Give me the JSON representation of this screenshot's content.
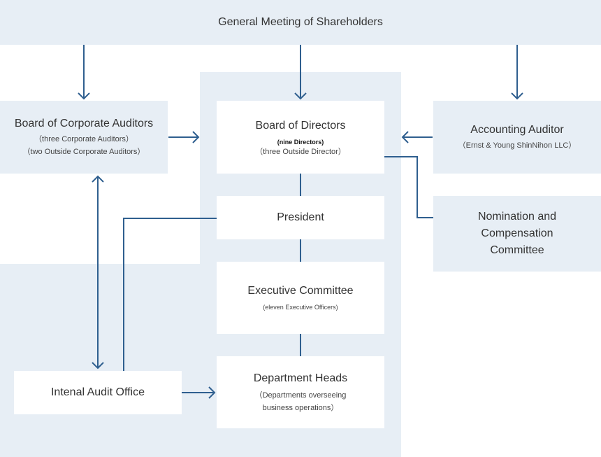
{
  "header": {
    "title": "General Meeting of Shareholders"
  },
  "auditors": {
    "title": "Board of Corporate Auditors",
    "line1": "（three Corporate Auditors）",
    "line2": "（two Outside Corporate Auditors）"
  },
  "directors": {
    "title": "Board of Directors",
    "line1": "(nine Directors)",
    "line2": "（three Outside Director）"
  },
  "accounting": {
    "title": "Accounting Auditor",
    "line1": "（Ernst & Young ShinNihon LLC）"
  },
  "nomination": {
    "line1": "Nomination and",
    "line2": "Compensation",
    "line3": "Committee"
  },
  "president": {
    "title": "President"
  },
  "executive": {
    "title": "Executive Committee",
    "line1": "(eleven Executive Officers)"
  },
  "audit_office": {
    "title": "Intenal Audit Office"
  },
  "departments": {
    "title": "Department Heads",
    "line1": "（Departments overseeing",
    "line2": "business operations）"
  },
  "colors": {
    "panel": "#e7eef5",
    "line": "#2f5f8f"
  }
}
